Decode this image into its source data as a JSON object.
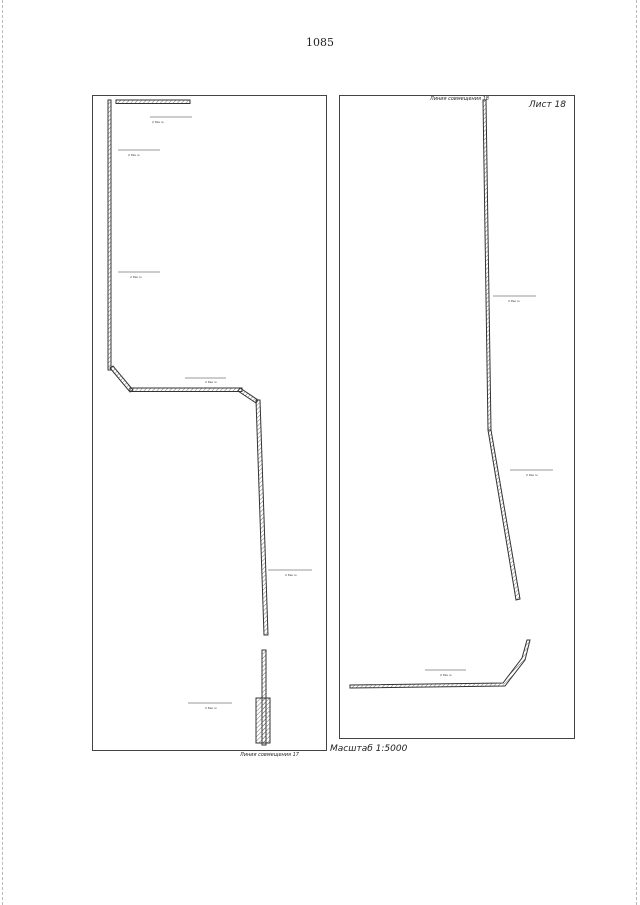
{
  "page": {
    "number": "1085"
  },
  "sheet": {
    "label": "Лист 18"
  },
  "labels": {
    "match_line_top": "Линия совмещения 18",
    "match_line_bottom": "Линия совмещения 17",
    "scale": "Масштаб 1:5000"
  },
  "colors": {
    "line": "#333333",
    "hatch": "#555555"
  }
}
